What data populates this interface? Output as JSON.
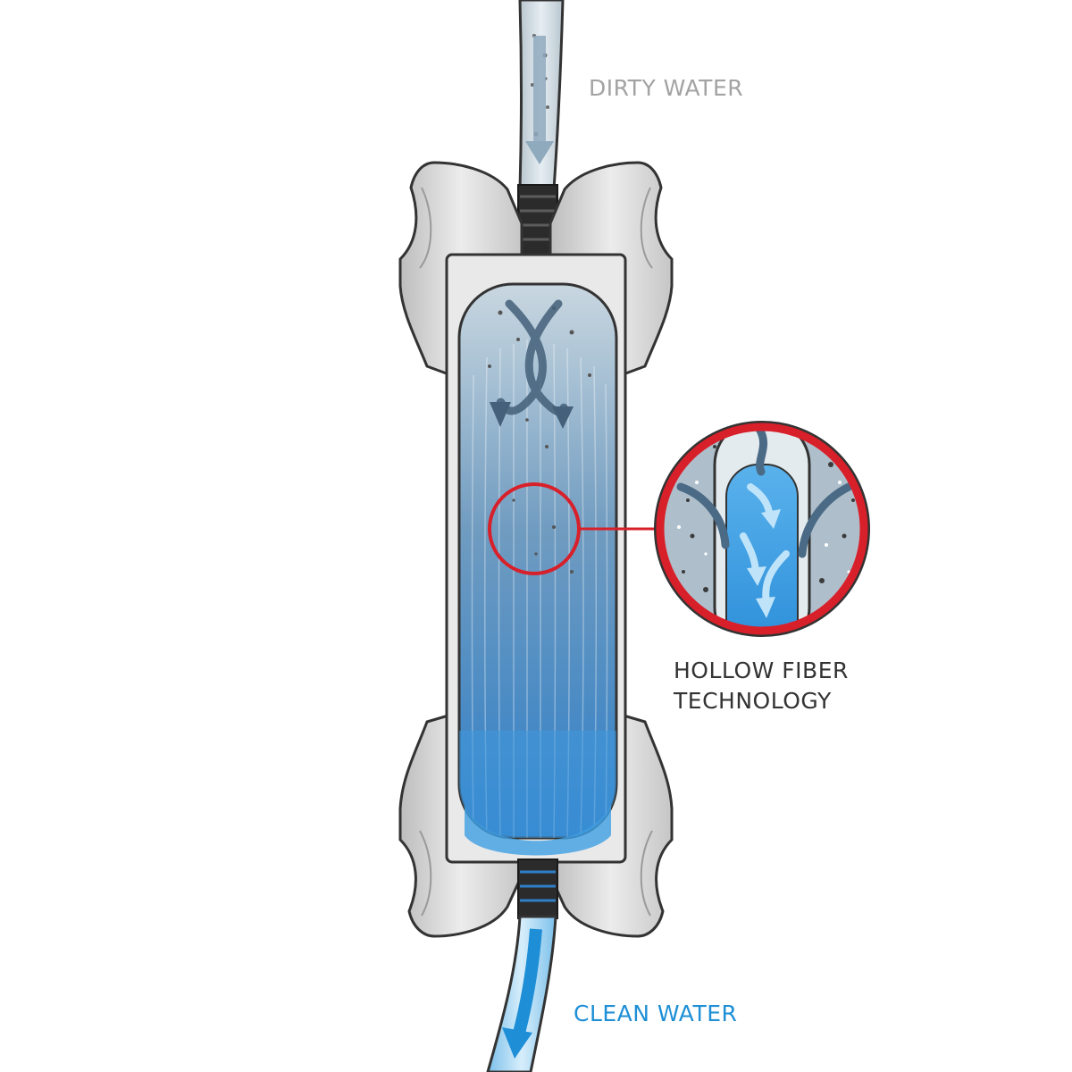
{
  "labels": {
    "dirty_water": "DIRTY WATER",
    "hollow_fiber_line1": "HOLLOW FIBER",
    "hollow_fiber_line2": "TECHNOLOGY",
    "clean_water": "CLEAN WATER"
  },
  "colors": {
    "dirty_label": "#a3a3a3",
    "fiber_label": "#333333",
    "clean_label": "#1e8fd6",
    "magnifier_ring": "#d8202a",
    "dirty_water": "#c9d6df",
    "clean_water": "#3d9ee0",
    "housing": "#dcdcdc",
    "outline": "#333333"
  },
  "icons": {
    "dirty_flow": "arrow-down-icon",
    "clean_flow": "arrow-down-icon"
  }
}
